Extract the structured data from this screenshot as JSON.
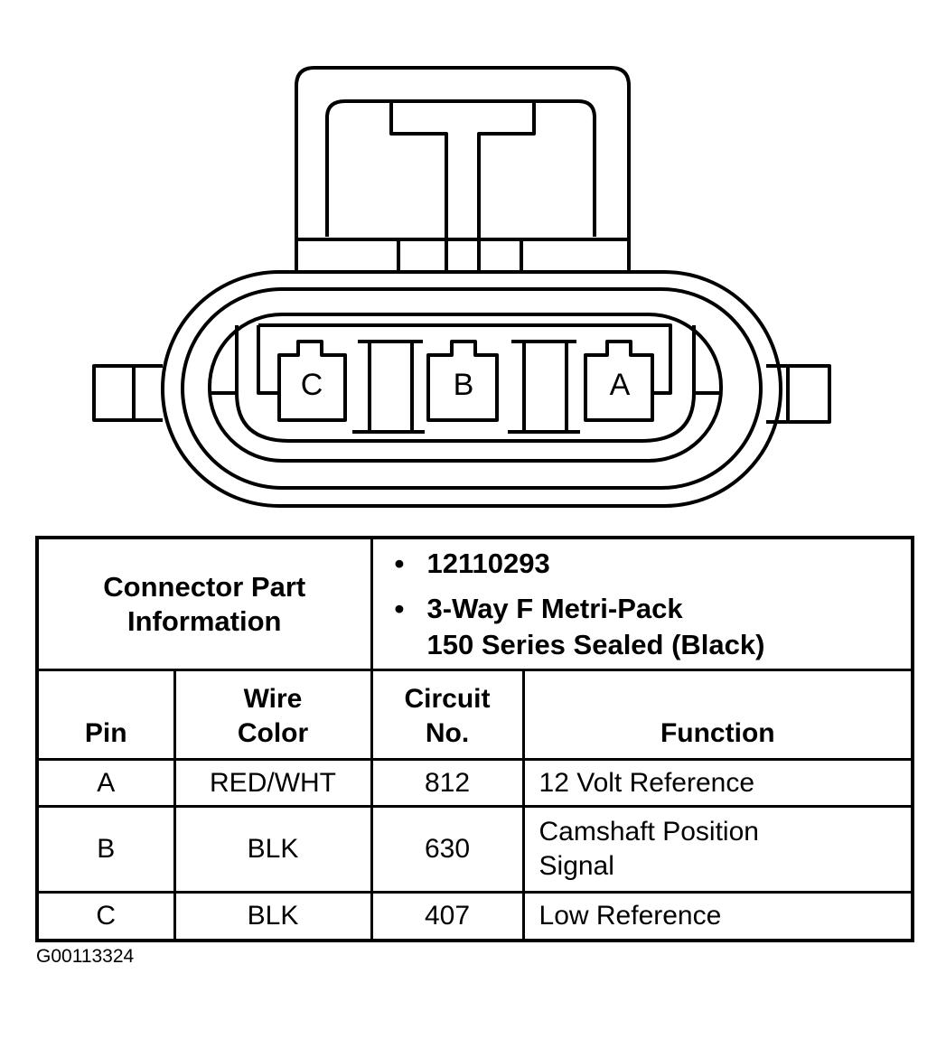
{
  "connector": {
    "pins": [
      "C",
      "B",
      "A"
    ]
  },
  "info": {
    "label_line1": "Connector Part",
    "label_line2": "Information",
    "bullet": "•",
    "part_number": "12110293",
    "description_line1": "3-Way F Metri-Pack",
    "description_line2": "150 Series Sealed (Black)"
  },
  "columns": {
    "pin": "Pin",
    "wire_color_line1": "Wire",
    "wire_color_line2": "Color",
    "circuit_line1": "Circuit",
    "circuit_line2": "No.",
    "function": "Function"
  },
  "rows": [
    {
      "pin": "A",
      "wire_color": "RED/WHT",
      "circuit": "812",
      "function_line1": "12 Volt Reference",
      "function_line2": ""
    },
    {
      "pin": "B",
      "wire_color": "BLK",
      "circuit": "630",
      "function_line1": "Camshaft Position",
      "function_line2": "Signal"
    },
    {
      "pin": "C",
      "wire_color": "BLK",
      "circuit": "407",
      "function_line1": "Low Reference",
      "function_line2": ""
    }
  ],
  "figure_id": "G00113324"
}
